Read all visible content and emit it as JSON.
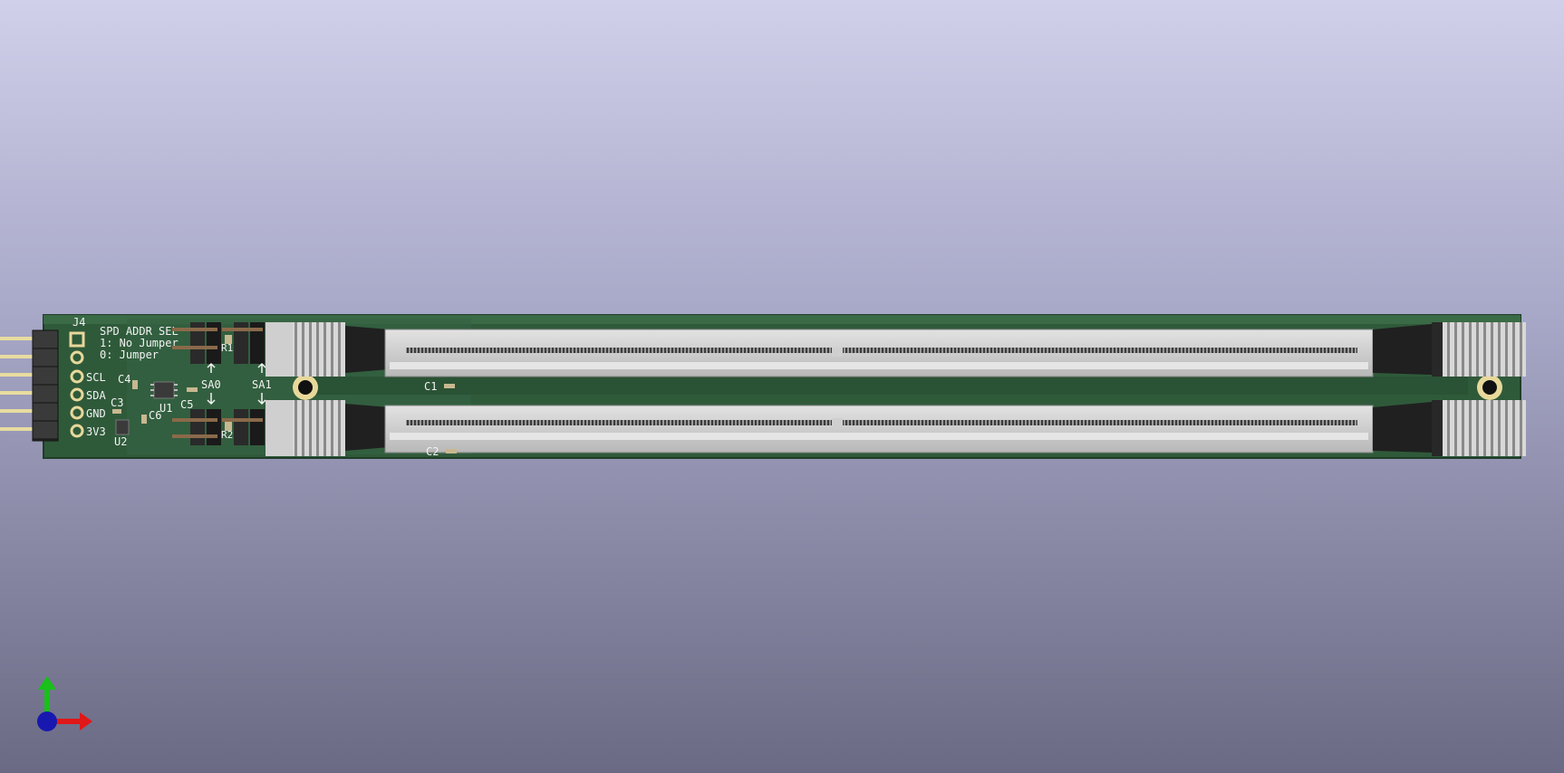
{
  "viewer": {
    "background_top": "#d0d0ea",
    "background_bottom": "#6a6a84",
    "pcb_color": "#2f5a3a",
    "silkscreen_color": "#f2f2f2",
    "connector_color": "#c8c8c8",
    "pad_color": "#e8d89a"
  },
  "header_labels": {
    "ref": "J4",
    "pins": [
      "SCL",
      "SDA",
      "GND",
      "3V3"
    ]
  },
  "jumper_note": {
    "line1": "SPD ADDR SEL",
    "line2": "1: No Jumper",
    "line3": "0: Jumper"
  },
  "jumper_labels": [
    "SA0",
    "SA1"
  ],
  "components": {
    "c1": "C1",
    "c2": "C2",
    "c3": "C3",
    "c4": "C4",
    "c5": "C5",
    "c6": "C6",
    "u1": "U1",
    "u2": "U2",
    "r1": "R1",
    "r2": "R2"
  },
  "axis_gizmo": {
    "x_color": "#e01818",
    "y_color": "#18c018",
    "z_color": "#1818b0"
  }
}
